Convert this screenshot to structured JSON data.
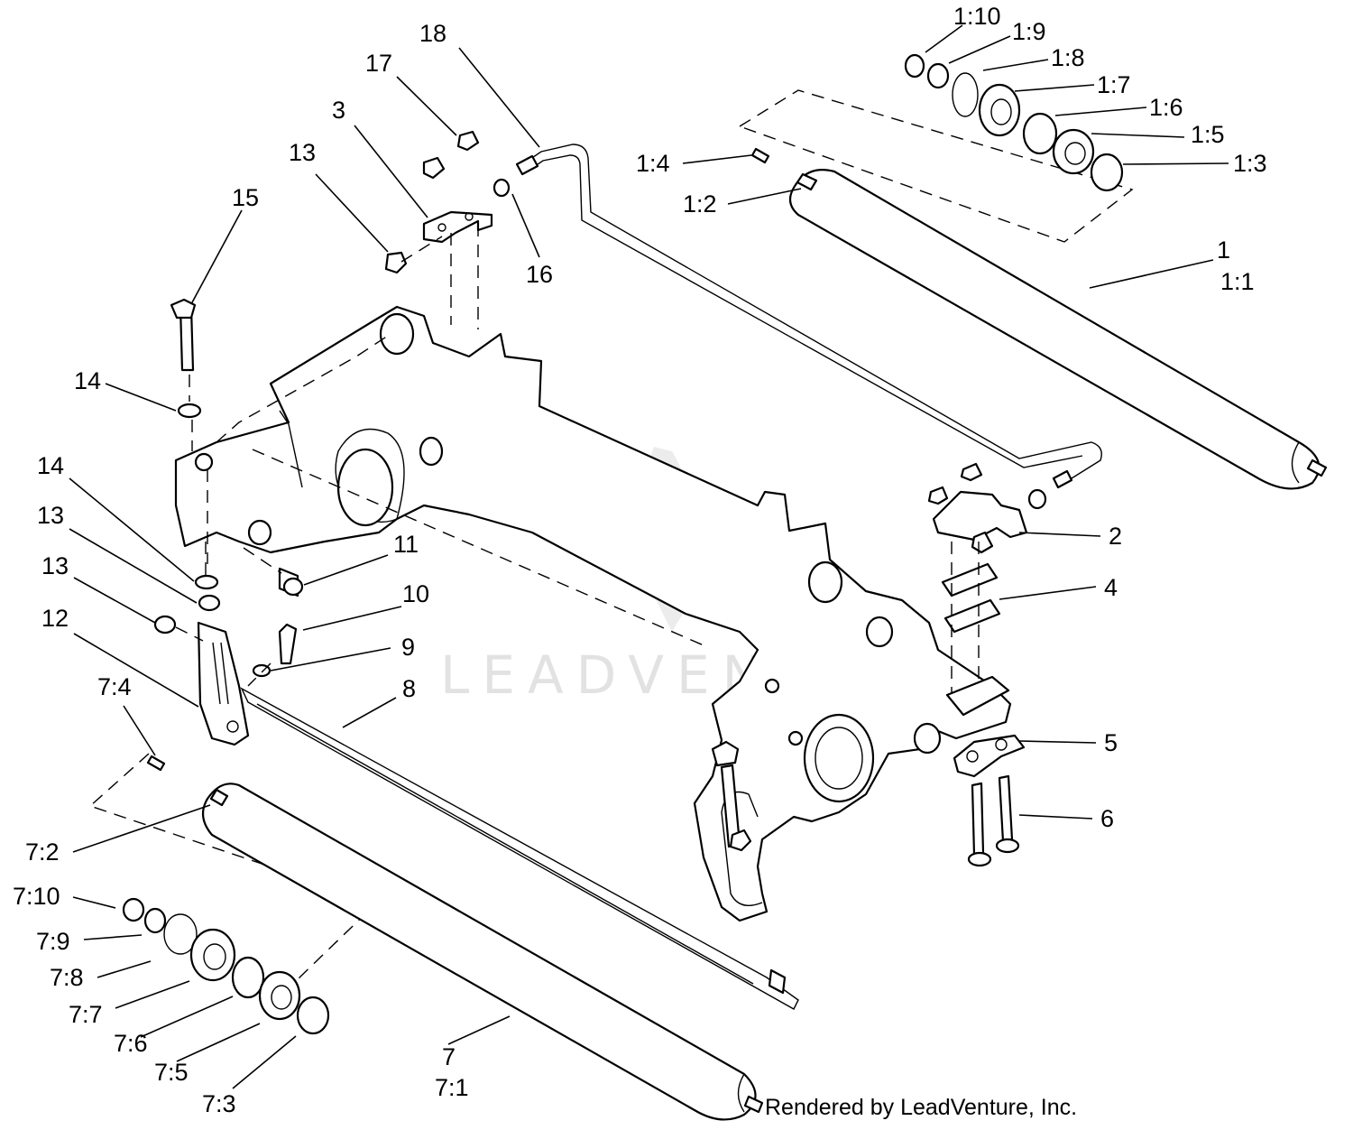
{
  "watermark": "LEADVENTURE",
  "credit": "Rendered by LeadVenture, Inc.",
  "callouts": {
    "c1_10": "1:10",
    "c1_9": "1:9",
    "c1_8": "1:8",
    "c1_7": "1:7",
    "c1_6": "1:6",
    "c1_5": "1:5",
    "c1_3": "1:3",
    "c1_4": "1:4",
    "c1_2": "1:2",
    "c1": "1",
    "c1_1": "1:1",
    "c18": "18",
    "c17": "17",
    "c3": "3",
    "c13a": "13",
    "c16": "16",
    "c15": "15",
    "c14a": "14",
    "c14b": "14",
    "c13b": "13",
    "c13c": "13",
    "c12": "12",
    "c11": "11",
    "c10": "10",
    "c9": "9",
    "c8": "8",
    "c2": "2",
    "c4": "4",
    "c5": "5",
    "c6": "6",
    "c7_4": "7:4",
    "c7_2": "7:2",
    "c7_10": "7:10",
    "c7_9": "7:9",
    "c7_8": "7:8",
    "c7_7": "7:7",
    "c7_6": "7:6",
    "c7_5": "7:5",
    "c7_3": "7:3",
    "c7": "7",
    "c7_1": "7:1"
  }
}
